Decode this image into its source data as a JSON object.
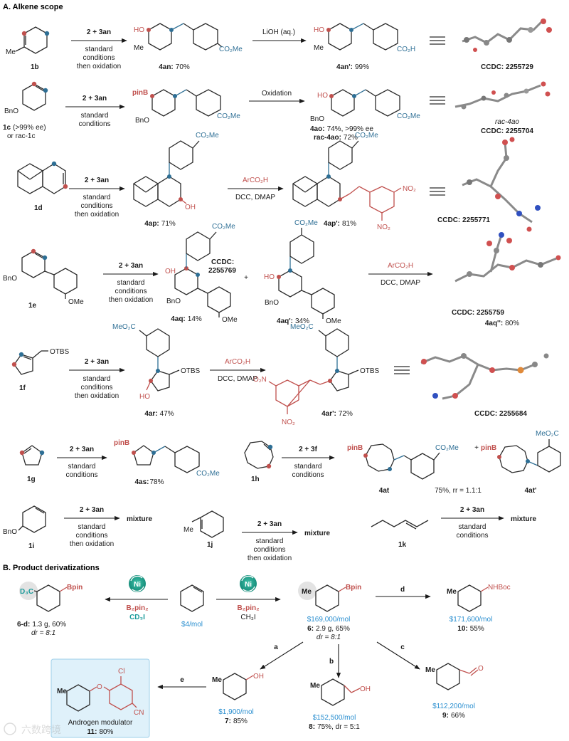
{
  "sections": {
    "alkene_scope": "A. Alkene scope",
    "derivatizations": "B. Product derivatizations"
  },
  "colors": {
    "red": "#c0504d",
    "blue": "#2e6f95",
    "teal": "#1a9a9a",
    "cyan_price": "#2a8fd0",
    "box_bg": "#dff1fa",
    "box_border": "#9fd0ea"
  },
  "rows": {
    "r1": {
      "sub_label": "1b",
      "sub_me": "Me",
      "reagent": "2 + 3an",
      "cond": [
        "standard",
        "conditions",
        "then oxidation"
      ],
      "p1_label": "4an:",
      "p1_yield": "70%",
      "p1_ho": "HO",
      "p1_me": "Me",
      "p1_ester": "CO₂Me",
      "step2": "LiOH (aq.)",
      "p2_label": "4an':",
      "p2_yield": "99%",
      "p2_ho": "HO",
      "p2_me": "Me",
      "p2_acid": "CO₂H",
      "ccdc": "CCDC: 2255729"
    },
    "r2": {
      "sub_label": "1c",
      "sub_note": "(>99% ee)",
      "sub_or": "or rac-1c",
      "sub_bno": "BnO",
      "reagent": "2 + 3an",
      "cond": [
        "standard",
        "conditions"
      ],
      "p1_pinb": "pinB",
      "p1_bno": "BnO",
      "p1_ester": "CO₂Me",
      "step2": "Oxidation",
      "p2_ho": "HO",
      "p2_bno": "BnO",
      "p2_ester": "CO₂Me",
      "p2_label": "4ao:",
      "p2_yield": "74%, >99% ee",
      "p2_rac_label": "rac-4ao:",
      "p2_rac_yield": "72%",
      "ccdc_label": "rac-4ao",
      "ccdc": "CCDC: 2255704"
    },
    "r3": {
      "sub_label": "1d",
      "reagent": "2 + 3an",
      "cond": [
        "standard",
        "conditions",
        "then oxidation"
      ],
      "p1_label": "4ap:",
      "p1_yield": "71%",
      "p1_oh": "OH",
      "p1_ester": "CO₂Me",
      "step2a": "ArCO₂H",
      "step2b": "DCC, DMAP",
      "p2_label": "4ap':",
      "p2_yield": "81%",
      "p2_ester": "CO₂Me",
      "p2_no2a": "NO₂",
      "p2_no2b": "NO₂",
      "ccdc": "CCDC: 2255771"
    },
    "r4": {
      "sub_label": "1e",
      "sub_bno": "BnO",
      "sub_ome": "OMe",
      "reagent": "2 + 3an",
      "cond": [
        "standard",
        "conditions",
        "then oxidation"
      ],
      "p1_label": "4aq:",
      "p1_yield": "14%",
      "p1_oh": "OH",
      "p1_bno": "BnO",
      "p1_ome": "OMe",
      "p1_ester": "CO₂Me",
      "p1_ccdc_a": "CCDC:",
      "p1_ccdc_b": "2255769",
      "plus": "+",
      "p2_label": "4aq':",
      "p2_yield": "34%",
      "p2_ho": "HO",
      "p2_bno": "BnO",
      "p2_ome": "OMe",
      "p2_ester": "CO₂Me",
      "step2a": "ArCO₂H",
      "step2b": "DCC, DMAP",
      "ccdc": "CCDC: 2255759",
      "p3_label": "4aq'':",
      "p3_yield": "80%"
    },
    "r5": {
      "sub_label": "1f",
      "sub_otbs": "OTBS",
      "reagent": "2 + 3an",
      "cond": [
        "standard",
        "conditions",
        "then oxidation"
      ],
      "p1_label": "4ar:",
      "p1_yield": "47%",
      "p1_ho": "HO",
      "p1_otbs": "OTBS",
      "p1_ester": "MeO₂C",
      "step2a": "ArCO₂H",
      "step2b": "DCC, DMAP",
      "p2_label": "4ar':",
      "p2_yield": "72%",
      "p2_otbs": "OTBS",
      "p2_ester": "MeO₂C",
      "p2_no2a": "O₂N",
      "p2_no2b": "NO₂",
      "ccdc": "CCDC: 2255684"
    },
    "r6": {
      "sub1_label": "1g",
      "reagent1": "2 + 3an",
      "cond1": [
        "standard",
        "conditions"
      ],
      "p1_pinb": "pinB",
      "p1_ester": "CO₂Me",
      "p1_label": "4as:",
      "p1_yield": "78%",
      "sub2_label": "1h",
      "reagent2": "2 + 3f",
      "cond2": [
        "standard",
        "conditions"
      ],
      "p2_pinb": "pinB",
      "p2_ester": "CO₂Me",
      "p2_label": "4at",
      "plus": "+",
      "p3_pinb": "pinB",
      "p3_ester": "MeO₂C",
      "p3_label": "4at'",
      "yield_text": "75%, rr = 1.1:1"
    },
    "r7": {
      "s1_label": "1i",
      "s1_bno": "BnO",
      "s1_reagent": "2 + 3an",
      "s1_cond": [
        "standard",
        "conditions",
        "then oxidation"
      ],
      "s1_result": "mixture",
      "s2_label": "1j",
      "s2_me": "Me",
      "s2_reagent": "2 + 3an",
      "s2_cond": [
        "standard",
        "conditions",
        "then oxidation"
      ],
      "s2_result": "mixture",
      "s3_label": "1k",
      "s3_reagent": "2 + 3an",
      "s3_cond": [
        "standard",
        "conditions"
      ],
      "s3_result": "mixture"
    }
  },
  "deriv": {
    "left_d3c": "D₃C",
    "left_bpin": "Bpin",
    "left_label": "6-d:",
    "left_yield": "1.3 g, 60%",
    "left_dr": "dr = 8:1",
    "left_reagent_a": "B₂pin₂",
    "left_reagent_b": "CD₃I",
    "ni": "Ni",
    "center_price": "$4/mol",
    "right_reagent_a": "B₂pin₂",
    "right_reagent_b": "CH₃I",
    "main_me": "Me",
    "main_bpin": "Bpin",
    "main_price": "$169,000/mol",
    "main_label": "6:",
    "main_yield": "2.9 g, 65%",
    "main_dr": "dr = 8:1",
    "d_letter": "d",
    "p10_me": "Me",
    "p10_group": "NHBoc",
    "p10_price": "$171,600/mol",
    "p10_label": "10:",
    "p10_yield": "55%",
    "a_letter": "a",
    "p7_me": "Me",
    "p7_group": "OH",
    "p7_price": "$1,900/mol",
    "p7_label": "7:",
    "p7_yield": "85%",
    "b_letter": "b",
    "p8_me": "Me",
    "p8_group": "OH",
    "p8_price": "$152,500/mol",
    "p8_label": "8:",
    "p8_yield": "75%, dr = 5:1",
    "c_letter": "c",
    "p9_me": "Me",
    "p9_group": "O",
    "p9_price": "$112,200/mol",
    "p9_label": "9:",
    "p9_yield": "66%",
    "e_letter": "e",
    "p11_me": "Me",
    "p11_o": "O",
    "p11_cl": "Cl",
    "p11_cn": "CN",
    "p11_title": "Androgen modulator",
    "p11_label": "11:",
    "p11_yield": "80%"
  },
  "watermark": "六数跨境"
}
